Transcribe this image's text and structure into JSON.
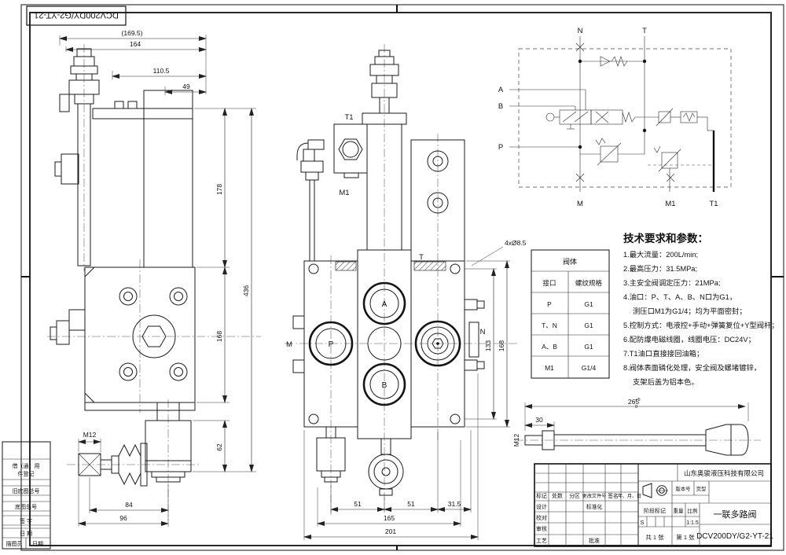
{
  "frame": {
    "drawing_no": "DCV200DY/G2-YT-21"
  },
  "side_view": {
    "dims": {
      "overall": "(169.5)",
      "w164": "164",
      "w110": "110.5",
      "w49": "49",
      "h178": "178",
      "h168": "168",
      "h436": "436",
      "h62": "62",
      "w84": "84",
      "w96": "96",
      "m12": "M12"
    }
  },
  "front_view": {
    "dims": {
      "s51a": "51",
      "s51b": "51",
      "s315": "31.5",
      "w165": "165",
      "w201": "201",
      "h133": "133",
      "h168": "168",
      "holes": "4xØ8.5"
    },
    "ports": {
      "t1": "T1",
      "m1": "M1",
      "m": "M",
      "t": "T",
      "a": "A",
      "b": "B",
      "p": "P",
      "n": "N"
    }
  },
  "handle": {
    "len": "265",
    "tol_up": "+5",
    "tol_dn": "0",
    "d30": "30",
    "thread": "M12"
  },
  "schematic": {
    "ports": {
      "n": "N",
      "t": "T",
      "a": "A",
      "b": "B",
      "p": "P",
      "m": "M",
      "m1": "M1",
      "t1": "T1"
    }
  },
  "port_table": {
    "title": "阀体",
    "col_port": "接口",
    "col_thread": "螺纹规格",
    "rows": [
      {
        "port": "P",
        "thread": "G1"
      },
      {
        "port": "T、N",
        "thread": "G1"
      },
      {
        "port": "A、B",
        "thread": "G1"
      },
      {
        "port": "M1",
        "thread": "G1/4"
      }
    ]
  },
  "tech_notes": {
    "title": "技术要求和参数：",
    "l1": "1.最大流量：200L/min;",
    "l2": "2.最高压力：31.5MPa;",
    "l3": "3.主安全阀调定压力：21MPa;",
    "l4": "4.油口：P、T、A、B、N口为G1，",
    "l5": "测压口M1为G1/4；均为平面密封；",
    "l6": "5.控制方式：电液控+手动+弹簧复位+Y型阀杆；",
    "l7": "6.配防爆电磁线圈，线圈电压：DC24V；",
    "l8": "7.T1油口直接接回油箱；",
    "l9": "8.阀体表面磷化处理，安全阀及螺堵镀锌，",
    "l10": "支架后盖为铝本色。"
  },
  "title_block": {
    "company": "山东奥骏液压科技有限公司",
    "product": "一联多路阀",
    "drawing_no": "DCV200DY/G2-YT-21",
    "version_label": "版本号",
    "page_label": "页型",
    "hdr": {
      "mark": "标记",
      "count": "处数",
      "zone": "分区",
      "change": "更改文件号",
      "sign": "签名",
      "date": "年、月、日"
    },
    "roles": {
      "design": "设计",
      "check": "校对",
      "review": "审核",
      "process": "工艺",
      "standard": "标准化",
      "approve": "批准"
    },
    "stage": {
      "label": "阶段标记",
      "weight": "重量",
      "scale_label": "比例",
      "value": "S",
      "scale_value": "1:1.5"
    },
    "sheets": {
      "total": "共 1 张",
      "no": "第 1 张"
    }
  },
  "margin_block": {
    "r1a": "借（通）用",
    "r1b": "件登记",
    "r2": "旧底图总号",
    "r3": "底图总号",
    "r4": "签 字",
    "r5": "日 期",
    "r6a": "描图员",
    "r6b": "日期"
  }
}
